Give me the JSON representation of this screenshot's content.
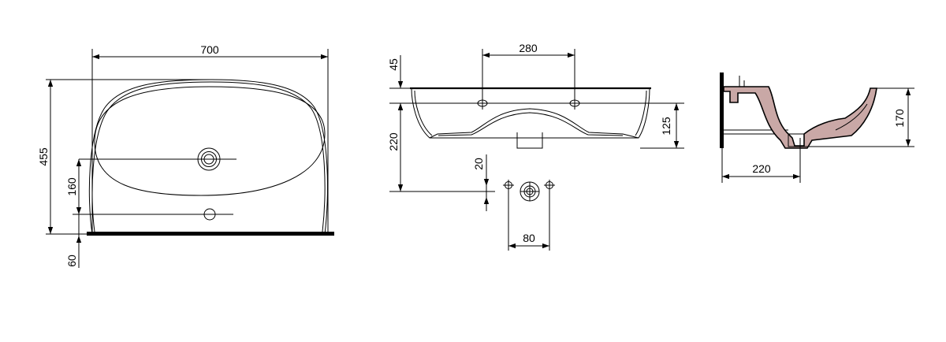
{
  "dimensions": {
    "top_width": "700",
    "top_height": "455",
    "top_tap_offset": "160",
    "top_base": "60",
    "front_hole_spacing": "280",
    "front_rim": "45",
    "front_height": "220",
    "front_body": "125",
    "front_drop": "20",
    "front_waste": "80",
    "side_depth": "170",
    "side_projection": "220"
  }
}
